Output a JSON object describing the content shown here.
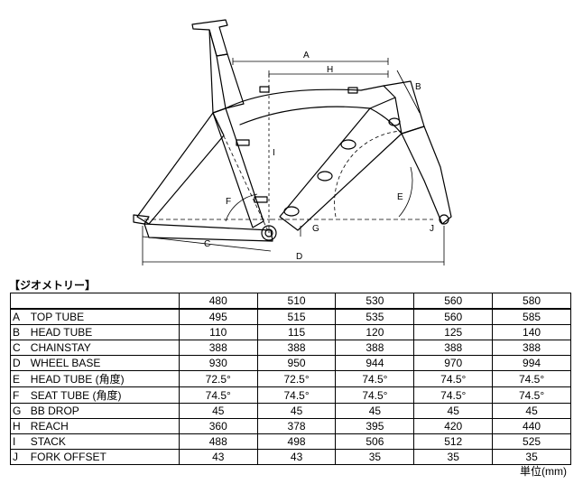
{
  "diagram": {
    "labels": [
      "A",
      "H",
      "B",
      "I",
      "C",
      "D",
      "E",
      "F",
      "G",
      "J"
    ]
  },
  "section_title": "【ジオメトリー】",
  "table": {
    "sizes": [
      "480",
      "510",
      "530",
      "560",
      "580"
    ],
    "rows": [
      {
        "code": "A",
        "label": "TOP TUBE",
        "values": [
          "495",
          "515",
          "535",
          "560",
          "585"
        ]
      },
      {
        "code": "B",
        "label": "HEAD TUBE",
        "values": [
          "110",
          "115",
          "120",
          "125",
          "140"
        ]
      },
      {
        "code": "C",
        "label": "CHAINSTAY",
        "values": [
          "388",
          "388",
          "388",
          "388",
          "388"
        ]
      },
      {
        "code": "D",
        "label": "WHEEL BASE",
        "values": [
          "930",
          "950",
          "944",
          "970",
          "994"
        ]
      },
      {
        "code": "E",
        "label": "HEAD TUBE (角度)",
        "values": [
          "72.5°",
          "72.5°",
          "74.5°",
          "74.5°",
          "74.5°"
        ]
      },
      {
        "code": "F",
        "label": "SEAT TUBE (角度)",
        "values": [
          "74.5°",
          "74.5°",
          "74.5°",
          "74.5°",
          "74.5°"
        ]
      },
      {
        "code": "G",
        "label": "BB DROP",
        "values": [
          "45",
          "45",
          "45",
          "45",
          "45"
        ]
      },
      {
        "code": "H",
        "label": "REACH",
        "values": [
          "360",
          "378",
          "395",
          "420",
          "440"
        ]
      },
      {
        "code": "I",
        "label": "STACK",
        "values": [
          "488",
          "498",
          "506",
          "512",
          "525"
        ]
      },
      {
        "code": "J",
        "label": "FORK OFFSET",
        "values": [
          "43",
          "43",
          "35",
          "35",
          "35"
        ]
      }
    ]
  },
  "unit_label": "単位(mm)"
}
